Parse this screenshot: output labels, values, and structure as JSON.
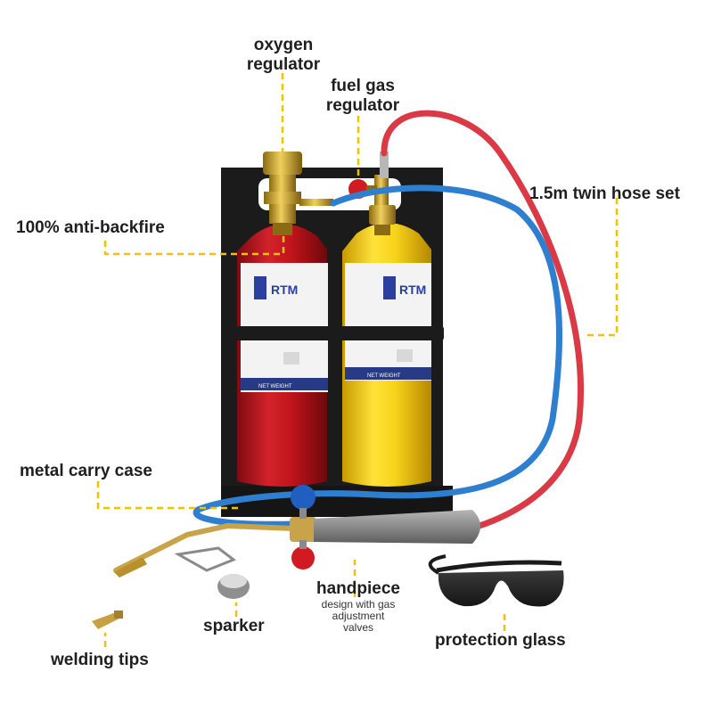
{
  "labels": {
    "oxygen_regulator": "oxygen\nregulator",
    "fuel_gas_regulator": "fuel gas\nregulator",
    "twin_hose": "1.5m twin hose set",
    "anti_backfire": "100% anti-backfire",
    "carry_case": "metal carry case",
    "handpiece": "handpiece",
    "handpiece_desc": "design with gas\nadjustment\nvalves",
    "sparker": "sparker",
    "protection_glass": "protection glass",
    "welding_tips": "welding tips"
  },
  "brand": {
    "left_bottle": "RTM",
    "right_bottle": "RTM",
    "left_net_weight": "NET WEIGHT",
    "right_net_weight": "NET WEIGHT"
  },
  "colors": {
    "leader_line": "#f2c200",
    "red_bottle": "#c0141b",
    "yellow_bottle": "#f7d21a",
    "red_hose": "#d93a45",
    "blue_hose": "#2f7fd0",
    "brand_blue": "#2a3f9e"
  }
}
